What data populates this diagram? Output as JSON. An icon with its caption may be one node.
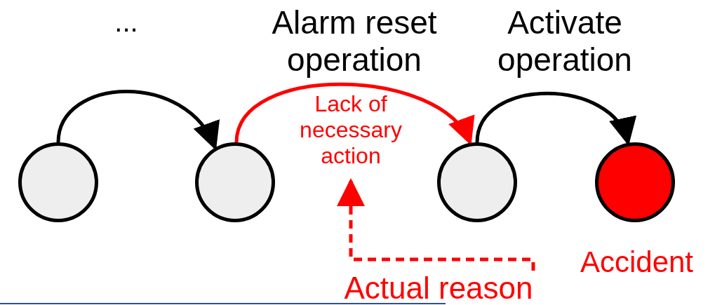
{
  "diagram": {
    "nodes": [
      {
        "text": [],
        "shape": "circle"
      },
      {
        "text": [],
        "shape": "circle"
      },
      {
        "text": [],
        "shape": "circle"
      },
      {
        "text": [],
        "shape": "circle",
        "beside": [
          "Accident"
        ]
      },
      {
        "text": [
          "Lack of necessary action"
        ]
      },
      {
        "text": [
          "Actual reason"
        ]
      }
    ],
    "edges": [
      {
        "from": 0,
        "to": 1,
        "arrow": "to",
        "label": "..."
      },
      {
        "from": 1,
        "to": 2,
        "arrow": "to",
        "label": "Alarm reset operation",
        "color": "#ff0000"
      },
      {
        "from": 2,
        "to": 3,
        "arrow": "to",
        "label": "Activate operation"
      },
      {
        "from": 5,
        "to": 4,
        "arrow": "to",
        "style": "dashed",
        "color": "#ff0000"
      }
    ]
  }
}
